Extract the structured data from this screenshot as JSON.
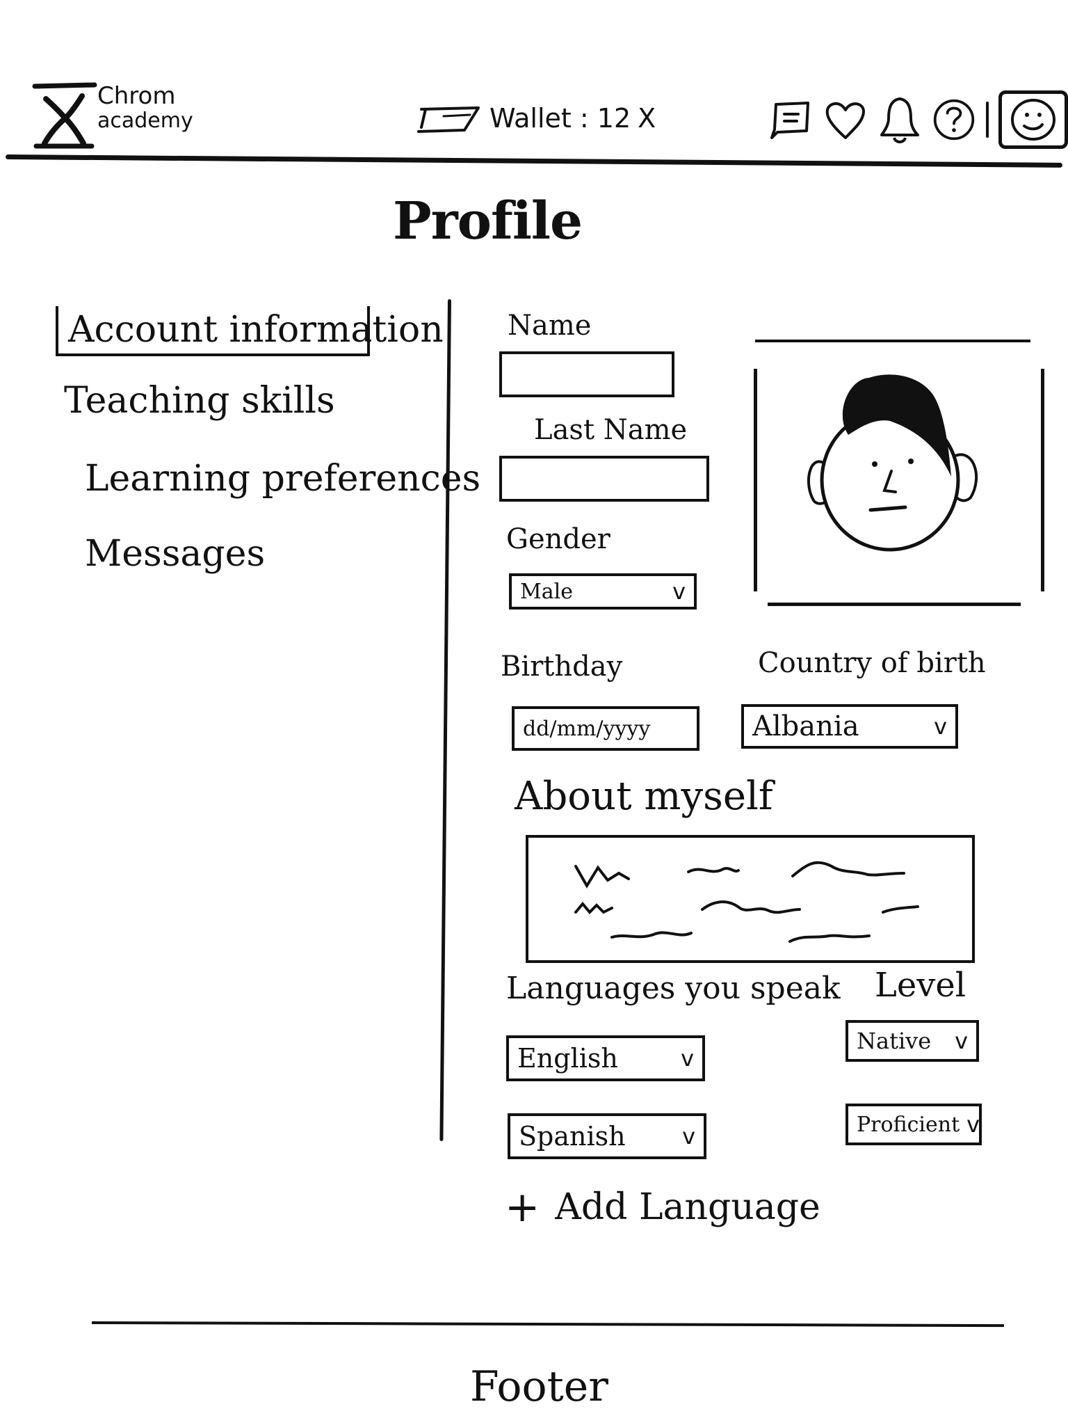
{
  "header": {
    "brand_line1": "Chrom",
    "brand_line2": "academy",
    "wallet_label": "Wallet : 12",
    "wallet_currency": "X",
    "icons": [
      "chat-icon",
      "heart-icon",
      "bell-icon",
      "help-icon",
      "avatar-icon"
    ]
  },
  "page": {
    "title": "Profile"
  },
  "sidebar": {
    "items": [
      {
        "label": "Account information",
        "active": true
      },
      {
        "label": "Teaching skills",
        "active": false
      },
      {
        "label": "Learning preferences",
        "active": false
      },
      {
        "label": "Messages",
        "active": false
      }
    ]
  },
  "form": {
    "name_label": "Name",
    "name_value": "",
    "last_name_label": "Last Name",
    "last_name_value": "",
    "gender_label": "Gender",
    "gender_value": "Male",
    "birthday_label": "Birthday",
    "birthday_placeholder": "dd/mm/yyyy",
    "country_label": "Country of birth",
    "country_value": "Albania",
    "about_label": "About myself",
    "languages_label": "Languages you speak",
    "level_label": "Level",
    "languages": [
      {
        "language": "English",
        "level": "Native"
      },
      {
        "language": "Spanish",
        "level": "Proficient"
      }
    ],
    "add_language_label": "Add Language",
    "add_language_icon": "+",
    "chevron": "v"
  },
  "footer": {
    "label": "Footer"
  }
}
